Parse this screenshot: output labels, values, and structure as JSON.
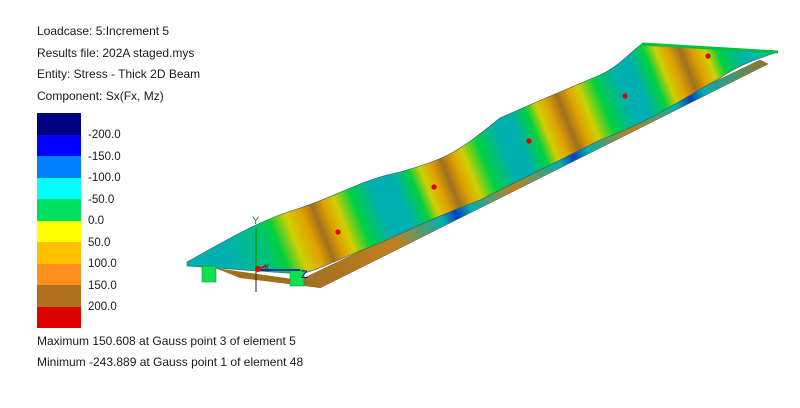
{
  "header": {
    "loadcase": "Loadcase: 5:Increment 5",
    "results_file": "Results file: 202A staged.mys",
    "entity": "Entity: Stress - Thick 2D Beam",
    "component": "Component: Sx(Fx, Mz)"
  },
  "legend": {
    "swatches": [
      {
        "color": "#000080"
      },
      {
        "color": "#0000ff"
      },
      {
        "color": "#0080ff"
      },
      {
        "color": "#00ffff"
      },
      {
        "color": "#00e060"
      },
      {
        "color": "#ffff00"
      },
      {
        "color": "#ffc000"
      },
      {
        "color": "#ff9020"
      },
      {
        "color": "#b07020"
      },
      {
        "color": "#e00000"
      }
    ],
    "labels": [
      "-200.0",
      "-150.0",
      "-100.0",
      "-50.0",
      "0.0",
      "50.0",
      "100.0",
      "150.0",
      "200.0"
    ]
  },
  "footer": {
    "maximum": "Maximum 150.608 at Gauss point 3 of element 5",
    "minimum": "Minimum -243.889 at Gauss point 1 of element 48"
  },
  "axes": {
    "y_label": "Y",
    "z_label": "Z",
    "x_label": "X"
  },
  "colors": {
    "deck_cyan": "#00b0b0",
    "deck_green": "#00d040",
    "deck_yellow": "#d0d000",
    "deck_orange": "#e0a000",
    "deck_brown": "#a07020",
    "support_green": "#10e050",
    "marker_red": "#e00000"
  }
}
